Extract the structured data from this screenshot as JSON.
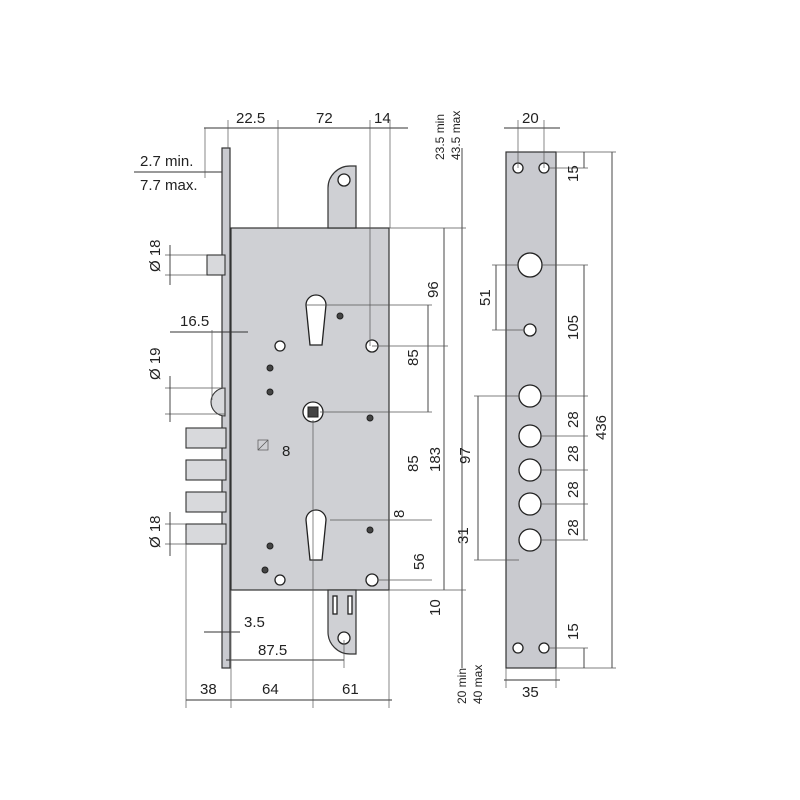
{
  "dimensions": {
    "top_22_5": "22.5",
    "top_72": "72",
    "top_14": "14",
    "offset_min": "2.7 min.",
    "offset_max": "7.7 max.",
    "dia_18_top": "Ø 18",
    "w_16_5": "16.5",
    "dia_19": "Ø 19",
    "dia_18_bottom": "Ø 18",
    "square_8": "8",
    "v_96": "96",
    "v_85_a": "85",
    "v_85_b": "85",
    "v_183": "183",
    "v_97": "97",
    "v_8": "8",
    "v_56": "56",
    "v_31": "31",
    "v_10": "10",
    "top_23_5_min": "23.5 min",
    "top_43_5_max": "43.5 max",
    "bot_20_min": "20 min",
    "bot_40_max": "40 max",
    "w_3_5": "3.5",
    "w_87_5": "87.5",
    "b_38": "38",
    "b_64": "64",
    "b_61": "61",
    "plate_20": "20",
    "plate_15_top": "15",
    "plate_51": "51",
    "plate_105": "105",
    "plate_436": "436",
    "plate_28_a": "28",
    "plate_28_b": "28",
    "plate_28_c": "28",
    "plate_28_d": "28",
    "plate_15_bottom": "15",
    "plate_35": "35"
  }
}
